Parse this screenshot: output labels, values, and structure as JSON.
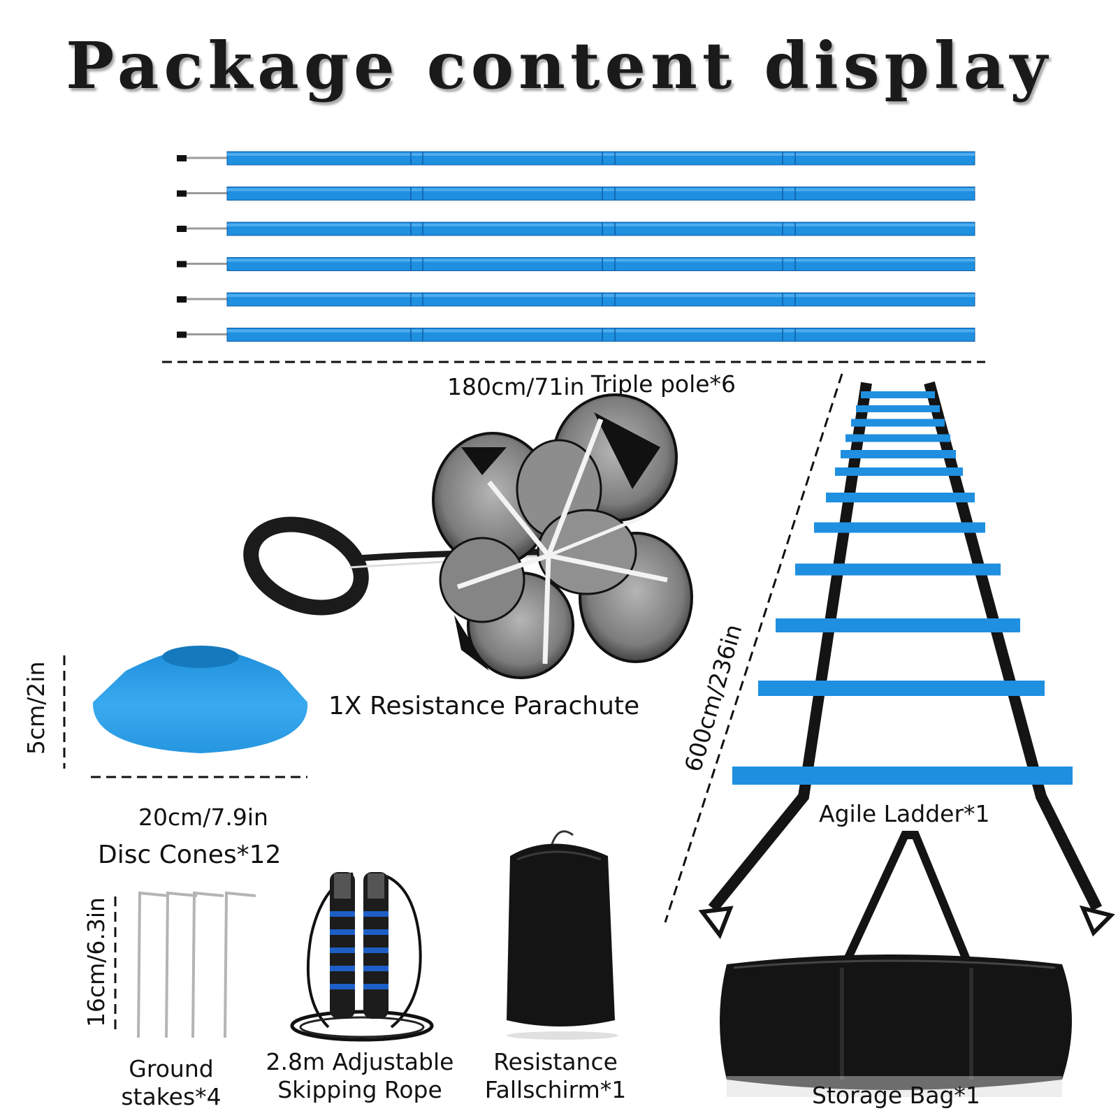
{
  "title": "Package content display",
  "poles": {
    "size": "180cm/71in",
    "name": "Triple pole*6",
    "count": 6
  },
  "parachute": {
    "name": "1X Resistance Parachute"
  },
  "cone": {
    "height": "5cm/2in",
    "width": "20cm/7.9in",
    "name": "Disc Cones*12"
  },
  "ladder": {
    "length": "600cm/236in",
    "name": "Agile Ladder*1"
  },
  "stakes": {
    "height": "16cm/6.3in",
    "name_line1": "Ground",
    "name_line2": "stakes*4"
  },
  "rope": {
    "name_line1": "2.8m Adjustable",
    "name_line2": "Skipping Rope"
  },
  "pouch": {
    "name_line1": "Resistance",
    "name_line2": "Fallschirm*1"
  },
  "bag": {
    "name": "Storage Bag*1"
  },
  "colors": {
    "blue": "#1f8fe0",
    "cone_blue": "#2aa3e8",
    "black": "#141414"
  }
}
